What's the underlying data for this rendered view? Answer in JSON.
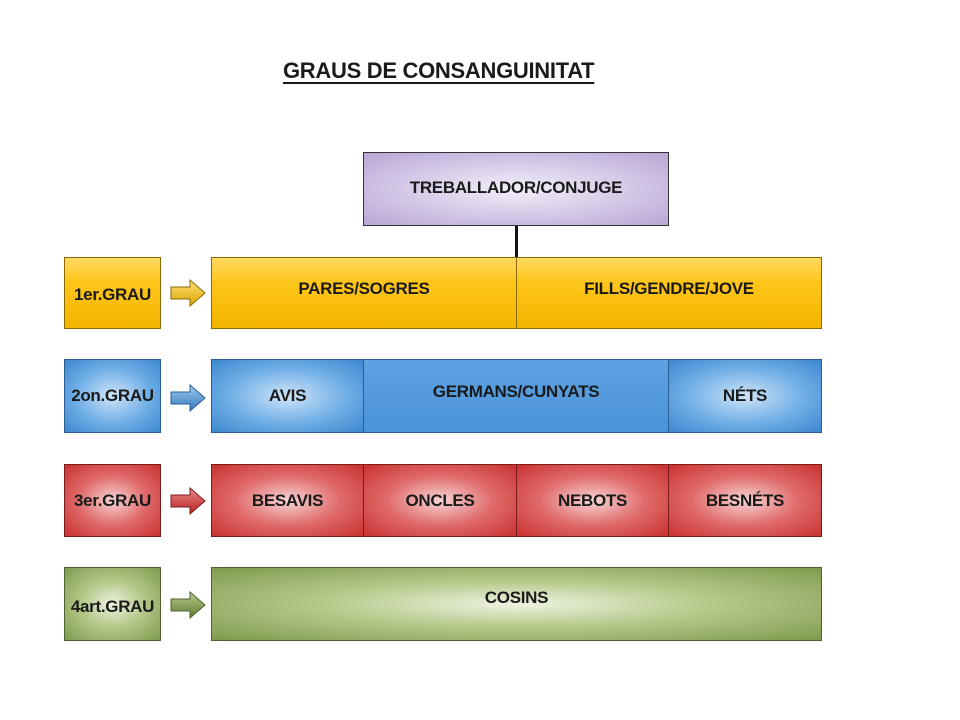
{
  "title": "GRAUS DE CONSANGUINITAT",
  "root": "TREBALLADOR/CONJUGE",
  "levels": [
    {
      "grade": "1er.GRAU",
      "color": "#f2b400",
      "items": [
        "PARES/SOGRES",
        "FILLS/GENDRE/JOVE"
      ]
    },
    {
      "grade": "2on.GRAU",
      "color": "#4a93d8",
      "items": [
        "AVIS",
        "GERMANS/CUNYATS",
        "NÉTS"
      ]
    },
    {
      "grade": "3er.GRAU",
      "color": "#c93131",
      "items": [
        "BESAVIS",
        "ONCLES",
        "NEBOTS",
        "BESNÉTS"
      ]
    },
    {
      "grade": "4art.GRAU",
      "color": "#7f9a4e",
      "items": [
        "COSINS"
      ]
    }
  ]
}
